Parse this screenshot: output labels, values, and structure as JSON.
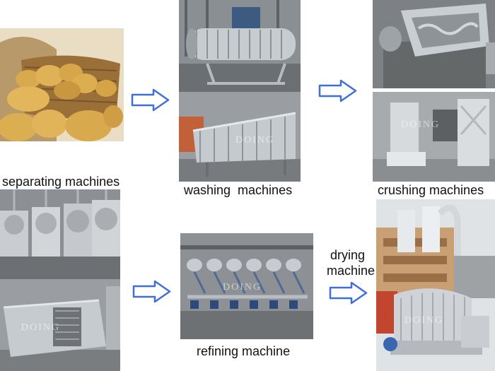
{
  "labels": {
    "separating": "separating machines",
    "washing": "washing  machines",
    "crushing": "crushing machines",
    "refining": "refining machine",
    "drying_line1": "drying",
    "drying_line2": "machine"
  },
  "watermark": "DOING",
  "colors": {
    "arrow_stroke": "#3f6fd8",
    "arrow_fill": "#ffffff",
    "steel": "#bfc4c9",
    "potato": "#d9a94e"
  },
  "icons": {
    "flow_arrow": "right-arrow-icon"
  }
}
